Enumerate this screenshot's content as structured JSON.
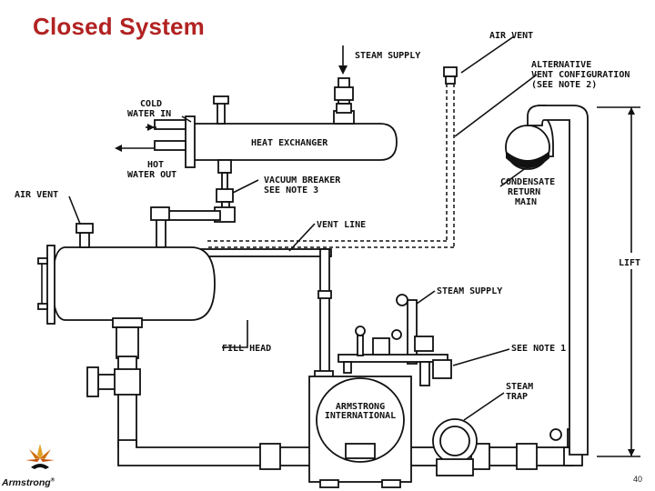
{
  "title": "Closed System",
  "page_number": "40",
  "logo_text": "Armstrong",
  "logo_mark": "®",
  "labels": {
    "steam_supply_top": "STEAM SUPPLY",
    "air_vent_top": "AIR VENT",
    "alt_vent_1": "ALTERNATIVE",
    "alt_vent_2": "VENT CONFIGURATION",
    "alt_vent_3": "(SEE NOTE 2)",
    "cold_water_1": "COLD",
    "cold_water_2": "WATER IN",
    "heat_exchanger": "HEAT EXCHANGER",
    "hot_water_1": "HOT",
    "hot_water_2": "WATER OUT",
    "vacuum_breaker_1": "VACUUM BREAKER",
    "vacuum_breaker_2": "SEE NOTE 3",
    "condensate_1": "CONDENSATE",
    "condensate_2": "RETURN",
    "condensate_3": "MAIN",
    "air_vent_left": "AIR VENT",
    "vent_line": "VENT LINE",
    "lift": "LIFT",
    "steam_supply_mid": "STEAM SUPPLY",
    "fill_head": "FILL HEAD",
    "see_note_1": "SEE NOTE 1",
    "steam_trap_1": "STEAM",
    "steam_trap_2": "TRAP",
    "pump_1": "ARMSTRONG",
    "pump_2": "INTERNATIONAL"
  }
}
